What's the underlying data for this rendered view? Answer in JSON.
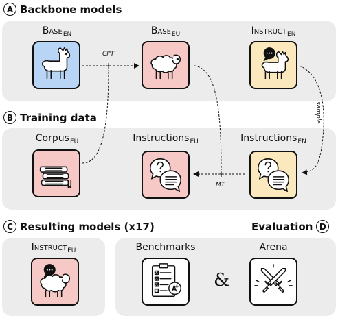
{
  "sections": {
    "backbone": {
      "marker": "A",
      "title": "Backbone models"
    },
    "training": {
      "marker": "B",
      "title": "Training data"
    },
    "resulting": {
      "marker": "C",
      "title": "Resulting models (x17)"
    },
    "evaluation": {
      "marker": "D",
      "title": "Evaluation"
    }
  },
  "nodes": {
    "base_en": {
      "name": "Base",
      "sub": "EN",
      "icon": "llama-icon",
      "color": "#b9d5f5"
    },
    "base_eu": {
      "name": "Base",
      "sub": "EU",
      "icon": "sheep-icon",
      "color": "#f7c9c6"
    },
    "instruct_en": {
      "name": "Instruct",
      "sub": "EN",
      "icon": "llama-chat-icon",
      "color": "#fbe8bd"
    },
    "corpus_eu": {
      "name": "Corpus",
      "sub": "EU",
      "icon": "books-icon",
      "color": "#f7c9c6"
    },
    "instructions_eu": {
      "name": "Instructions",
      "sub": "EU",
      "icon": "chat-bubbles-icon",
      "color": "#f7c9c6"
    },
    "instructions_en": {
      "name": "Instructions",
      "sub": "EN",
      "icon": "chat-bubbles-icon",
      "color": "#fbe8bd"
    },
    "instruct_eu": {
      "name": "Instruct",
      "sub": "EU",
      "icon": "sheep-chat-icon",
      "color": "#f7c9c6"
    },
    "benchmarks": {
      "name": "Benchmarks",
      "icon": "checklist-icon"
    },
    "arena": {
      "name": "Arena",
      "icon": "crossed-swords-icon"
    }
  },
  "edges": {
    "cpt": "CPT",
    "plus_top": "+",
    "mt": "MT",
    "plus_mid": "+",
    "sample": "sample"
  },
  "amp": "&"
}
